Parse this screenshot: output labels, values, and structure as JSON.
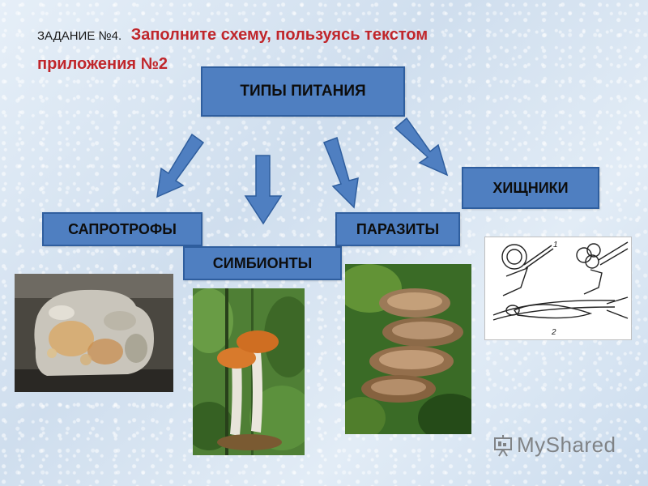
{
  "header": {
    "task_number": "ЗАДАНИЕ №4.",
    "task_text": "Заполните схему, пользуясь текстом приложения №2"
  },
  "diagram": {
    "root": "ТИПЫ ПИТАНИЯ",
    "types": {
      "saprotrophs": "САПРОТРОФЫ",
      "symbionts": "СИМБИОНТЫ",
      "parasites": "ПАРАЗИТЫ",
      "predators": "ХИЩНИКИ"
    }
  },
  "figure_labels": [
    "1",
    "2"
  ],
  "watermark": {
    "text": "MyShared"
  },
  "colors": {
    "box_fill": "#4f7fc1",
    "box_border": "#2f5e9e",
    "arrow_fill": "#4f7fc1",
    "header_red": "#c0262b"
  },
  "icons": [
    "presentation-board-icon"
  ]
}
